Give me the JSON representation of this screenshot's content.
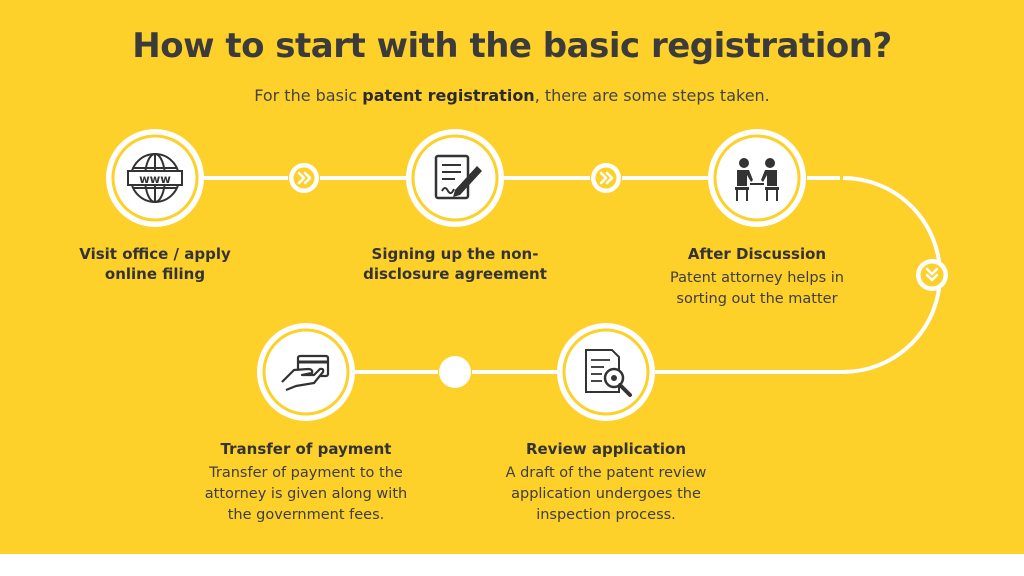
{
  "title": "How to start with the basic registration?",
  "subtitle": {
    "prefix": "For the basic ",
    "bold": "patent registration",
    "suffix": ", there are some steps taken."
  },
  "steps": [
    {
      "icon": "globe-www-icon",
      "label": "Visit office / apply online filing",
      "description": ""
    },
    {
      "icon": "document-signing-icon",
      "label": "Signing up the non-disclosure agreement",
      "description": ""
    },
    {
      "icon": "discussion-people-icon",
      "label": "After Discussion",
      "description": "Patent attorney helps in sorting out the matter"
    },
    {
      "icon": "document-review-magnifier-icon",
      "label": "Review application",
      "description": "A draft of the patent review application undergoes the inspection process."
    },
    {
      "icon": "hand-card-payment-icon",
      "label": "Transfer of payment",
      "description": "Transfer of payment to the attorney is given along with the government fees."
    }
  ],
  "colors": {
    "background": "#FDD02A",
    "connector": "#FFFFFF",
    "title": "#3B3B3B",
    "icon": "#333333"
  }
}
